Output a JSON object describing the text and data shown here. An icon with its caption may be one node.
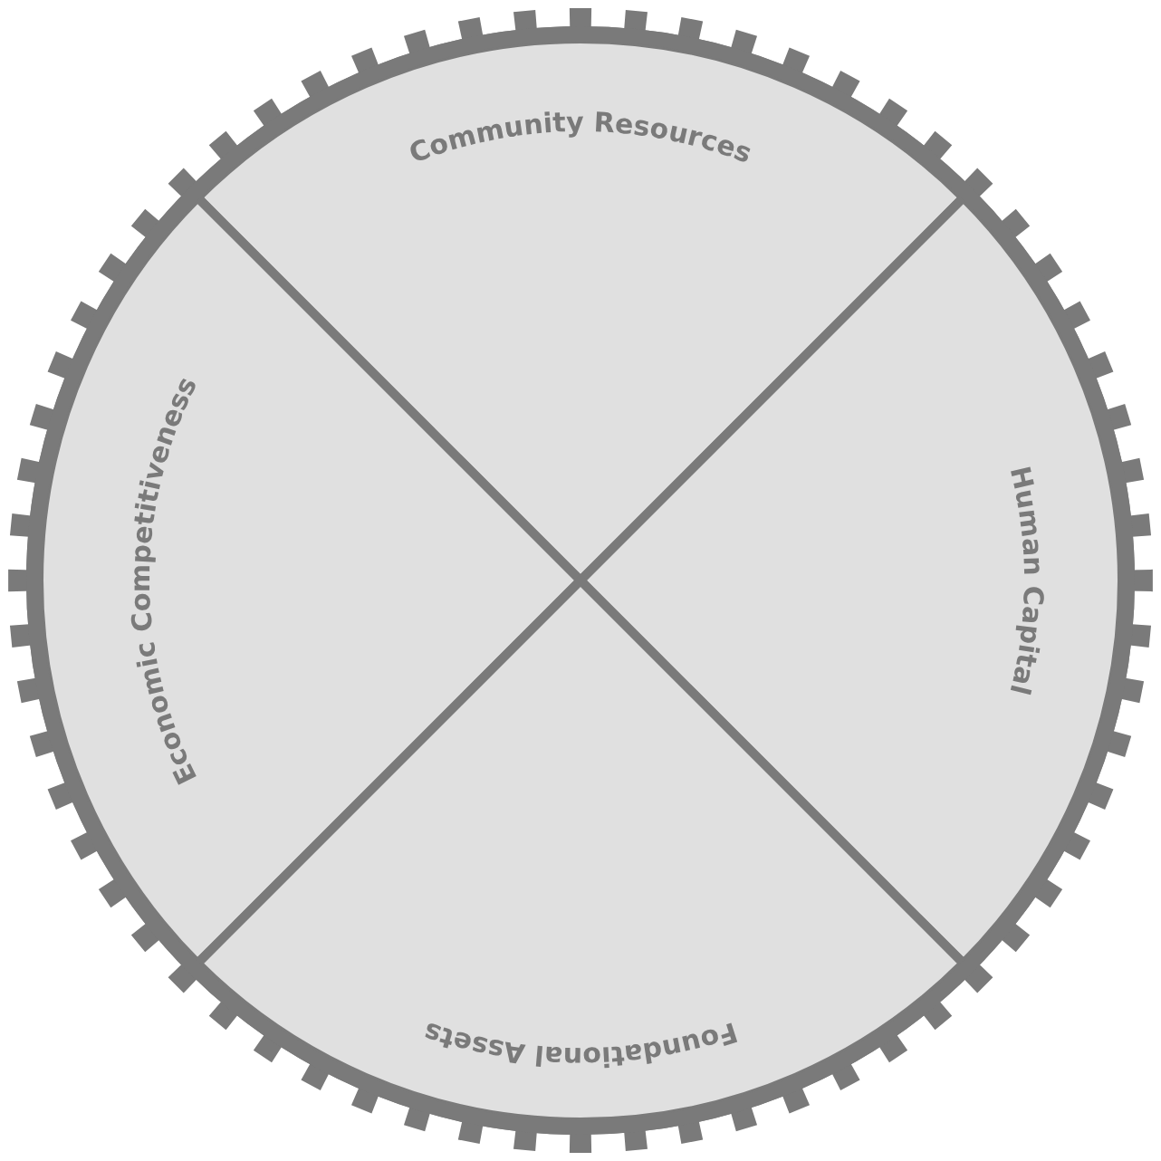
{
  "diagram": {
    "nodes": [
      {
        "text": [
          "Community Resources"
        ]
      },
      {
        "text": [
          "Economic Competitiveness"
        ]
      },
      {
        "text": [
          "Human Capital"
        ]
      },
      {
        "text": [
          "Foundational Assets"
        ]
      }
    ]
  }
}
